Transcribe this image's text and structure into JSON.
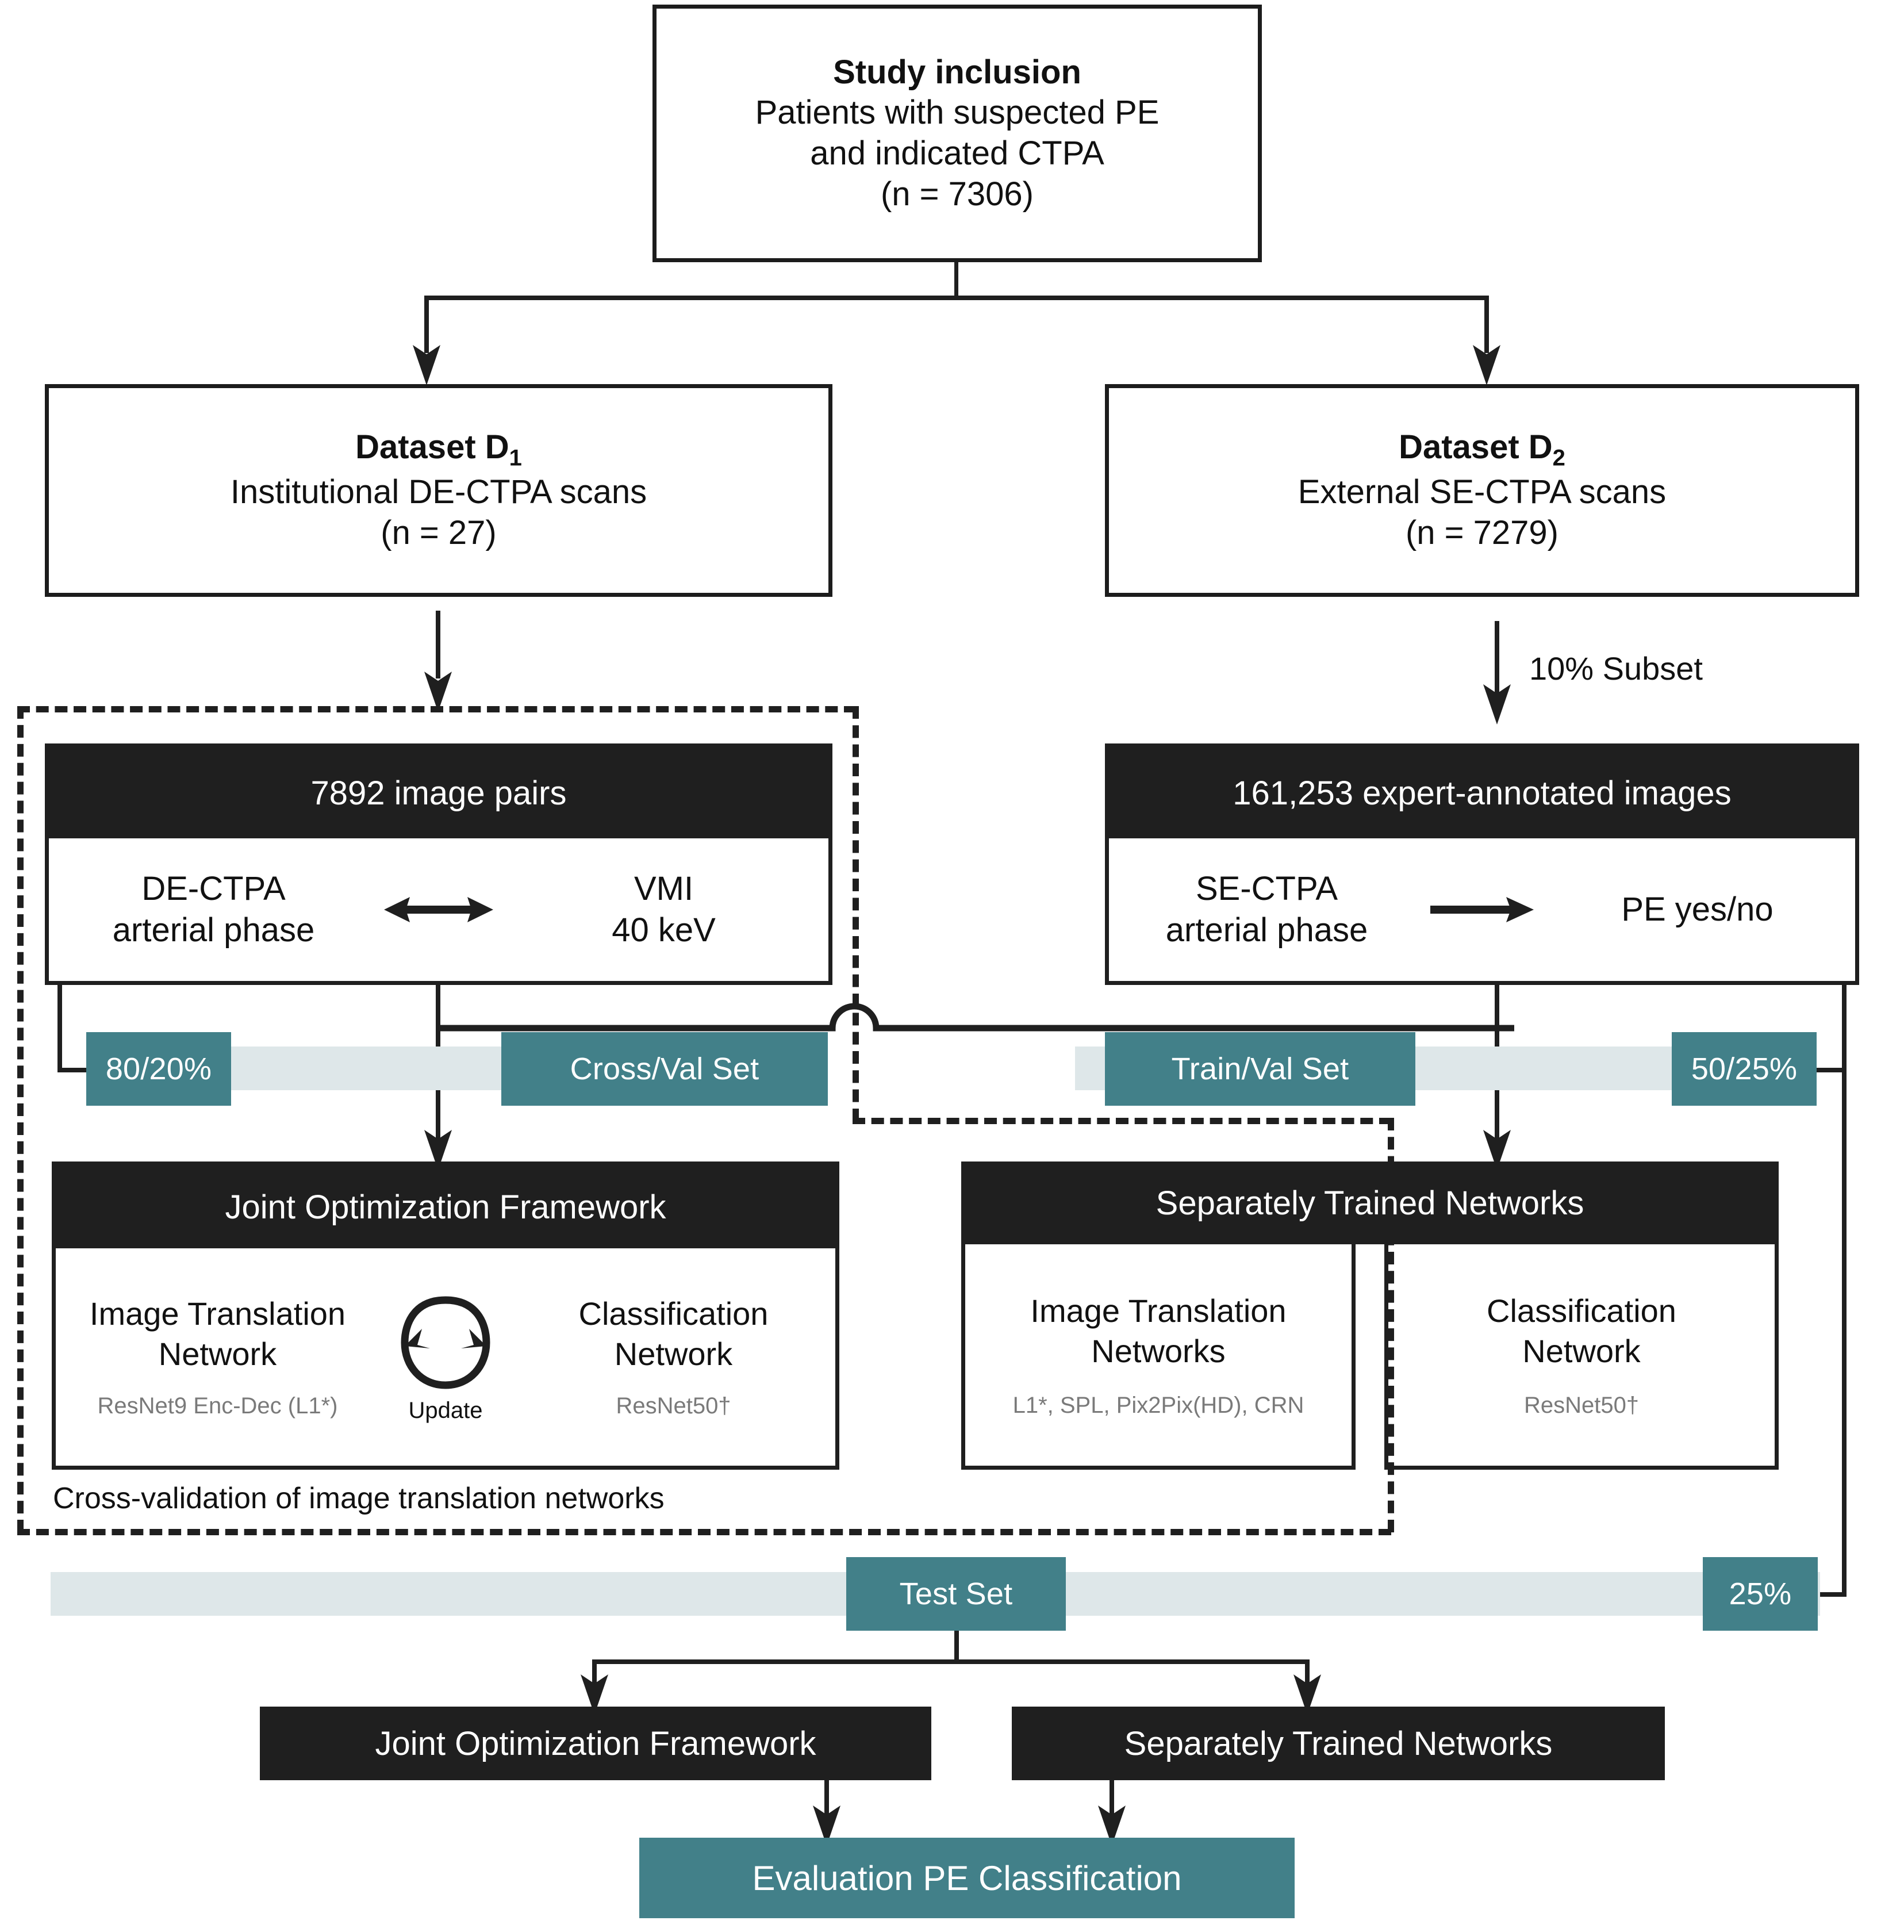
{
  "colors": {
    "ink": "#1f1f1f",
    "teal": "#428089",
    "rail": "#dee7e9",
    "grey_text": "#7a7a7a",
    "white": "#ffffff"
  },
  "study_inclusion": {
    "title": "Study inclusion",
    "line1": "Patients with suspected PE",
    "line2": "and indicated CTPA",
    "line3": "(n = 7306)"
  },
  "dataset_d1": {
    "title_prefix": "Dataset D",
    "title_sub": "1",
    "line1": "Institutional DE-CTPA scans",
    "line2": "(n = 27)"
  },
  "dataset_d2": {
    "title_prefix": "Dataset D",
    "title_sub": "2",
    "line1": "External SE-CTPA scans",
    "line2": "(n = 7279)"
  },
  "subset_label": "10% Subset",
  "pairs_box": {
    "header": "7892 image pairs",
    "left_line1": "DE-CTPA",
    "left_line2": "arterial phase",
    "right_line1": "VMI",
    "right_line2": "40 keV",
    "arrow": "double-headed-arrow"
  },
  "annotated_box": {
    "header": "161,253 expert-annotated images",
    "left_line1": "SE-CTPA",
    "left_line2": "arterial phase",
    "right_line1": "PE yes/no",
    "arrow": "right-arrow"
  },
  "splits": {
    "left_ratio": "80/20%",
    "left_set": "Cross/Val Set",
    "right_set": "Train/Val Set",
    "right_ratio": "50/25%",
    "test_set": "Test Set",
    "test_ratio": "25%"
  },
  "joint_box": {
    "header": "Joint Optimization Framework",
    "left_line1": "Image Translation",
    "left_line2": "Network",
    "left_sub": "ResNet9 Enc-Dec (L1*)",
    "cycle_label": "Update",
    "right_line1": "Classification",
    "right_line2": "Network",
    "right_sub": "ResNet50†"
  },
  "separate_box": {
    "header": "Separately Trained Networks",
    "left_line1": "Image Translation",
    "left_line2": "Networks",
    "left_sub": "L1*, SPL, Pix2Pix(HD), CRN",
    "right_line1": "Classification",
    "right_line2": "Network",
    "right_sub": "ResNet50†"
  },
  "cross_validation_note": "Cross-validation of image translation networks",
  "bottom": {
    "left": "Joint Optimization Framework",
    "right": "Separately Trained Networks",
    "final": "Evaluation PE Classification"
  }
}
